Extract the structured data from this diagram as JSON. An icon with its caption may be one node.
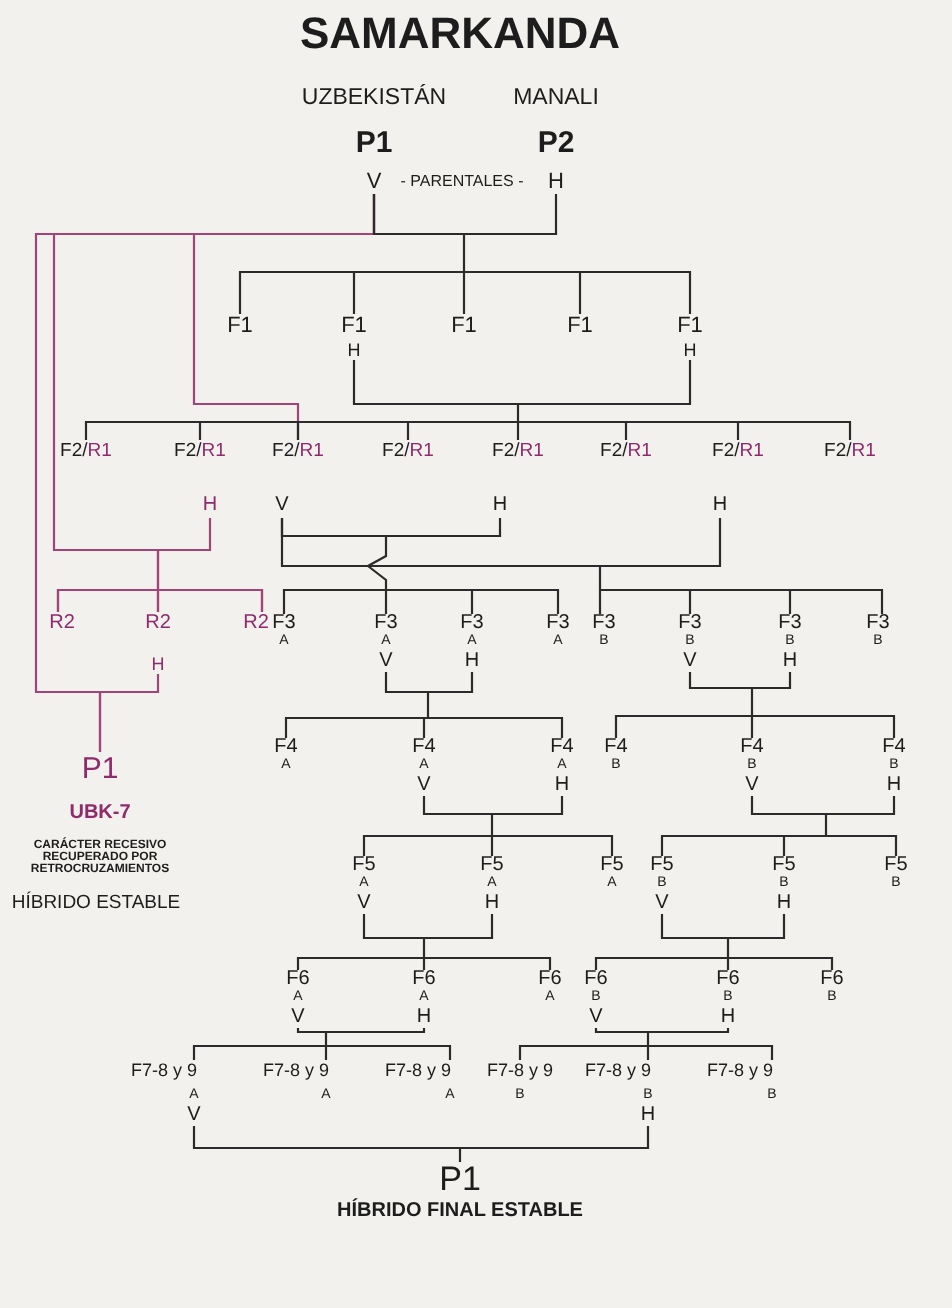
{
  "diagram": {
    "title": "SAMARKANDA",
    "nodes": [
      {
        "text": [
          "UZBEKISTÁN",
          "P1",
          "V"
        ]
      },
      {
        "text": [
          "MANALI",
          "P2",
          "H"
        ]
      },
      {
        "text": [
          "F1"
        ]
      },
      {
        "text": [
          "F1",
          "H"
        ]
      },
      {
        "text": [
          "F1"
        ]
      },
      {
        "text": [
          "F1"
        ]
      },
      {
        "text": [
          "F1",
          "H"
        ]
      },
      {
        "text": [
          "F2/",
          "R1"
        ]
      },
      {
        "text": [
          "F2/",
          "R1"
        ]
      },
      {
        "text": [
          "F2/",
          "R1"
        ]
      },
      {
        "text": [
          "F2/",
          "R1"
        ]
      },
      {
        "text": [
          "F2/",
          "R1"
        ]
      },
      {
        "text": [
          "F2/",
          "R1"
        ]
      },
      {
        "text": [
          "F2/",
          "R1"
        ]
      },
      {
        "text": [
          "F2/",
          "R1"
        ]
      },
      {
        "text": [
          "H"
        ]
      },
      {
        "text": [
          "V"
        ]
      },
      {
        "text": [
          "H"
        ]
      },
      {
        "text": [
          "H"
        ]
      },
      {
        "text": [
          "R2"
        ]
      },
      {
        "text": [
          "R2",
          "H"
        ]
      },
      {
        "text": [
          "R2"
        ]
      },
      {
        "text": [
          "F3",
          "A"
        ]
      },
      {
        "text": [
          "F3",
          "A",
          "V"
        ]
      },
      {
        "text": [
          "F3",
          "A",
          "H"
        ]
      },
      {
        "text": [
          "F3",
          "A"
        ]
      },
      {
        "text": [
          "F3",
          "B"
        ]
      },
      {
        "text": [
          "F3",
          "B",
          "V"
        ]
      },
      {
        "text": [
          "F3",
          "B",
          "H"
        ]
      },
      {
        "text": [
          "F3",
          "B"
        ]
      },
      {
        "text": [
          "P1"
        ],
        "beside": [
          "UBK-7",
          "CARÁCTER RECESIVO RECUPERADO POR RETROCRUZAMIENTOS",
          "HÍBRIDO ESTABLE"
        ]
      },
      {
        "text": [
          "F4",
          "A"
        ]
      },
      {
        "text": [
          "F4",
          "A",
          "V"
        ]
      },
      {
        "text": [
          "F4",
          "A",
          "H"
        ]
      },
      {
        "text": [
          "F4",
          "B"
        ]
      },
      {
        "text": [
          "F4",
          "B",
          "V"
        ]
      },
      {
        "text": [
          "F4",
          "B",
          "H"
        ]
      },
      {
        "text": [
          "F5",
          "A",
          "V"
        ]
      },
      {
        "text": [
          "F5",
          "A",
          "H"
        ]
      },
      {
        "text": [
          "F5",
          "A"
        ]
      },
      {
        "text": [
          "F5",
          "B",
          "V"
        ]
      },
      {
        "text": [
          "F5",
          "B",
          "H"
        ]
      },
      {
        "text": [
          "F5",
          "B"
        ]
      },
      {
        "text": [
          "F6",
          "A",
          "V"
        ]
      },
      {
        "text": [
          "F6",
          "A",
          "H"
        ]
      },
      {
        "text": [
          "F6",
          "A"
        ]
      },
      {
        "text": [
          "F6",
          "B",
          "V"
        ]
      },
      {
        "text": [
          "F6",
          "B",
          "H"
        ]
      },
      {
        "text": [
          "F6",
          "B"
        ]
      },
      {
        "text": [
          "F7-8 y 9",
          "A",
          "V"
        ]
      },
      {
        "text": [
          "F7-8 y 9",
          "A"
        ]
      },
      {
        "text": [
          "F7-8 y 9",
          "A"
        ]
      },
      {
        "text": [
          "F7-8 y 9",
          "B"
        ]
      },
      {
        "text": [
          "F7-8 y 9",
          "B",
          "H"
        ]
      },
      {
        "text": [
          "F7-8 y 9",
          "B"
        ]
      },
      {
        "text": [
          "P1"
        ],
        "beside": [
          "HÍBRIDO FINAL ESTABLE"
        ]
      }
    ],
    "edges": [
      {
        "from": 0,
        "to": 2,
        "arrow": "none"
      },
      {
        "from": 0,
        "to": 3,
        "arrow": "none"
      },
      {
        "from": 0,
        "to": 4,
        "arrow": "none"
      },
      {
        "from": 0,
        "to": 5,
        "arrow": "none"
      },
      {
        "from": 0,
        "to": 6,
        "arrow": "none"
      },
      {
        "from": 1,
        "to": 2,
        "arrow": "none"
      },
      {
        "from": 1,
        "to": 3,
        "arrow": "none"
      },
      {
        "from": 1,
        "to": 4,
        "arrow": "none"
      },
      {
        "from": 1,
        "to": 5,
        "arrow": "none"
      },
      {
        "from": 1,
        "to": 6,
        "arrow": "none"
      },
      {
        "from": 0,
        "to": 9,
        "arrow": "none",
        "color": "#a0457a"
      },
      {
        "from": 0,
        "to": 19,
        "arrow": "none",
        "color": "#a0457a"
      },
      {
        "from": 0,
        "to": 20,
        "arrow": "none",
        "color": "#a0457a"
      },
      {
        "from": 0,
        "to": 21,
        "arrow": "none",
        "color": "#a0457a"
      },
      {
        "from": 0,
        "to": 30,
        "arrow": "none",
        "color": "#a0457a"
      },
      {
        "from": 3,
        "to": 7,
        "arrow": "none"
      },
      {
        "from": 3,
        "to": 8,
        "arrow": "none"
      },
      {
        "from": 3,
        "to": 9,
        "arrow": "none"
      },
      {
        "from": 3,
        "to": 10,
        "arrow": "none"
      },
      {
        "from": 3,
        "to": 11,
        "arrow": "none"
      },
      {
        "from": 3,
        "to": 12,
        "arrow": "none"
      },
      {
        "from": 3,
        "to": 13,
        "arrow": "none"
      },
      {
        "from": 3,
        "to": 14,
        "arrow": "none"
      },
      {
        "from": 6,
        "to": 7,
        "arrow": "none"
      },
      {
        "from": 6,
        "to": 8,
        "arrow": "none"
      },
      {
        "from": 6,
        "to": 9,
        "arrow": "none"
      },
      {
        "from": 6,
        "to": 10,
        "arrow": "none"
      },
      {
        "from": 6,
        "to": 11,
        "arrow": "none"
      },
      {
        "from": 6,
        "to": 12,
        "arrow": "none"
      },
      {
        "from": 6,
        "to": 13,
        "arrow": "none"
      },
      {
        "from": 6,
        "to": 14,
        "arrow": "none"
      },
      {
        "from": 15,
        "to": 19,
        "arrow": "none",
        "color": "#a0457a"
      },
      {
        "from": 15,
        "to": 20,
        "arrow": "none",
        "color": "#a0457a"
      },
      {
        "from": 15,
        "to": 21,
        "arrow": "none",
        "color": "#a0457a"
      },
      {
        "from": 20,
        "to": 30,
        "arrow": "none",
        "color": "#a0457a"
      },
      {
        "from": 16,
        "to": 22,
        "arrow": "none"
      },
      {
        "from": 16,
        "to": 23,
        "arrow": "none"
      },
      {
        "from": 16,
        "to": 24,
        "arrow": "none"
      },
      {
        "from": 16,
        "to": 25,
        "arrow": "none"
      },
      {
        "from": 17,
        "to": 22,
        "arrow": "none"
      },
      {
        "from": 17,
        "to": 23,
        "arrow": "none"
      },
      {
        "from": 17,
        "to": 24,
        "arrow": "none"
      },
      {
        "from": 17,
        "to": 25,
        "arrow": "none"
      },
      {
        "from": 16,
        "to": 26,
        "arrow": "none"
      },
      {
        "from": 16,
        "to": 27,
        "arrow": "none"
      },
      {
        "from": 16,
        "to": 28,
        "arrow": "none"
      },
      {
        "from": 16,
        "to": 29,
        "arrow": "none"
      },
      {
        "from": 18,
        "to": 26,
        "arrow": "none"
      },
      {
        "from": 18,
        "to": 27,
        "arrow": "none"
      },
      {
        "from": 18,
        "to": 28,
        "arrow": "none"
      },
      {
        "from": 18,
        "to": 29,
        "arrow": "none"
      },
      {
        "from": 23,
        "to": 31,
        "arrow": "none"
      },
      {
        "from": 23,
        "to": 32,
        "arrow": "none"
      },
      {
        "from": 23,
        "to": 33,
        "arrow": "none"
      },
      {
        "from": 24,
        "to": 31,
        "arrow": "none"
      },
      {
        "from": 24,
        "to": 32,
        "arrow": "none"
      },
      {
        "from": 24,
        "to": 33,
        "arrow": "none"
      },
      {
        "from": 27,
        "to": 34,
        "arrow": "none"
      },
      {
        "from": 27,
        "to": 35,
        "arrow": "none"
      },
      {
        "from": 27,
        "to": 36,
        "arrow": "none"
      },
      {
        "from": 28,
        "to": 34,
        "arrow": "none"
      },
      {
        "from": 28,
        "to": 35,
        "arrow": "none"
      },
      {
        "from": 28,
        "to": 36,
        "arrow": "none"
      },
      {
        "from": 32,
        "to": 37,
        "arrow": "none"
      },
      {
        "from": 32,
        "to": 38,
        "arrow": "none"
      },
      {
        "from": 32,
        "to": 39,
        "arrow": "none"
      },
      {
        "from": 33,
        "to": 37,
        "arrow": "none"
      },
      {
        "from": 33,
        "to": 38,
        "arrow": "none"
      },
      {
        "from": 33,
        "to": 39,
        "arrow": "none"
      },
      {
        "from": 35,
        "to": 40,
        "arrow": "none"
      },
      {
        "from": 35,
        "to": 41,
        "arrow": "none"
      },
      {
        "from": 35,
        "to": 42,
        "arrow": "none"
      },
      {
        "from": 36,
        "to": 40,
        "arrow": "none"
      },
      {
        "from": 36,
        "to": 41,
        "arrow": "none"
      },
      {
        "from": 36,
        "to": 42,
        "arrow": "none"
      },
      {
        "from": 37,
        "to": 43,
        "arrow": "none"
      },
      {
        "from": 37,
        "to": 44,
        "arrow": "none"
      },
      {
        "from": 37,
        "to": 45,
        "arrow": "none"
      },
      {
        "from": 38,
        "to": 43,
        "arrow": "none"
      },
      {
        "from": 38,
        "to": 44,
        "arrow": "none"
      },
      {
        "from": 38,
        "to": 45,
        "arrow": "none"
      },
      {
        "from": 40,
        "to": 46,
        "arrow": "none"
      },
      {
        "from": 40,
        "to": 47,
        "arrow": "none"
      },
      {
        "from": 40,
        "to": 48,
        "arrow": "none"
      },
      {
        "from": 41,
        "to": 46,
        "arrow": "none"
      },
      {
        "from": 41,
        "to": 47,
        "arrow": "none"
      },
      {
        "from": 41,
        "to": 48,
        "arrow": "none"
      },
      {
        "from": 43,
        "to": 49,
        "arrow": "none"
      },
      {
        "from": 43,
        "to": 50,
        "arrow": "none"
      },
      {
        "from": 43,
        "to": 51,
        "arrow": "none"
      },
      {
        "from": 44,
        "to": 49,
        "arrow": "none"
      },
      {
        "from": 44,
        "to": 50,
        "arrow": "none"
      },
      {
        "from": 44,
        "to": 51,
        "arrow": "none"
      },
      {
        "from": 46,
        "to": 52,
        "arrow": "none"
      },
      {
        "from": 46,
        "to": 53,
        "arrow": "none"
      },
      {
        "from": 46,
        "to": 54,
        "arrow": "none"
      },
      {
        "from": 47,
        "to": 52,
        "arrow": "none"
      },
      {
        "from": 47,
        "to": 53,
        "arrow": "none"
      },
      {
        "from": 47,
        "to": 54,
        "arrow": "none"
      },
      {
        "from": 49,
        "to": 55,
        "arrow": "none"
      },
      {
        "from": 53,
        "to": 55,
        "arrow": "none"
      }
    ],
    "labels": [
      "- PARENTALES -"
    ]
  }
}
